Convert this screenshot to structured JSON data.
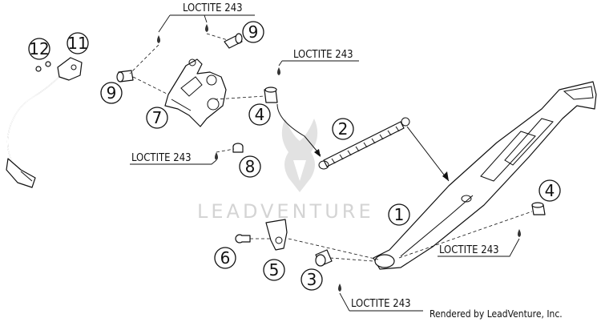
{
  "diagram": {
    "callouts": {
      "c1": "1",
      "c2": "2",
      "c3": "3",
      "c4a": "4",
      "c4b": "4",
      "c5": "5",
      "c6": "6",
      "c7": "7",
      "c8": "8",
      "c9a": "9",
      "c9b": "9",
      "c11": "11",
      "c12": "12"
    },
    "loctite": {
      "top": "LOCTITE 243",
      "mid": "LOCTITE 243",
      "left": "LOCTITE 243",
      "right": "LOCTITE 243",
      "bottom": "LOCTITE 243"
    },
    "watermark": "LEADVENTURE",
    "credit": "Rendered by LeadVenture, Inc."
  }
}
